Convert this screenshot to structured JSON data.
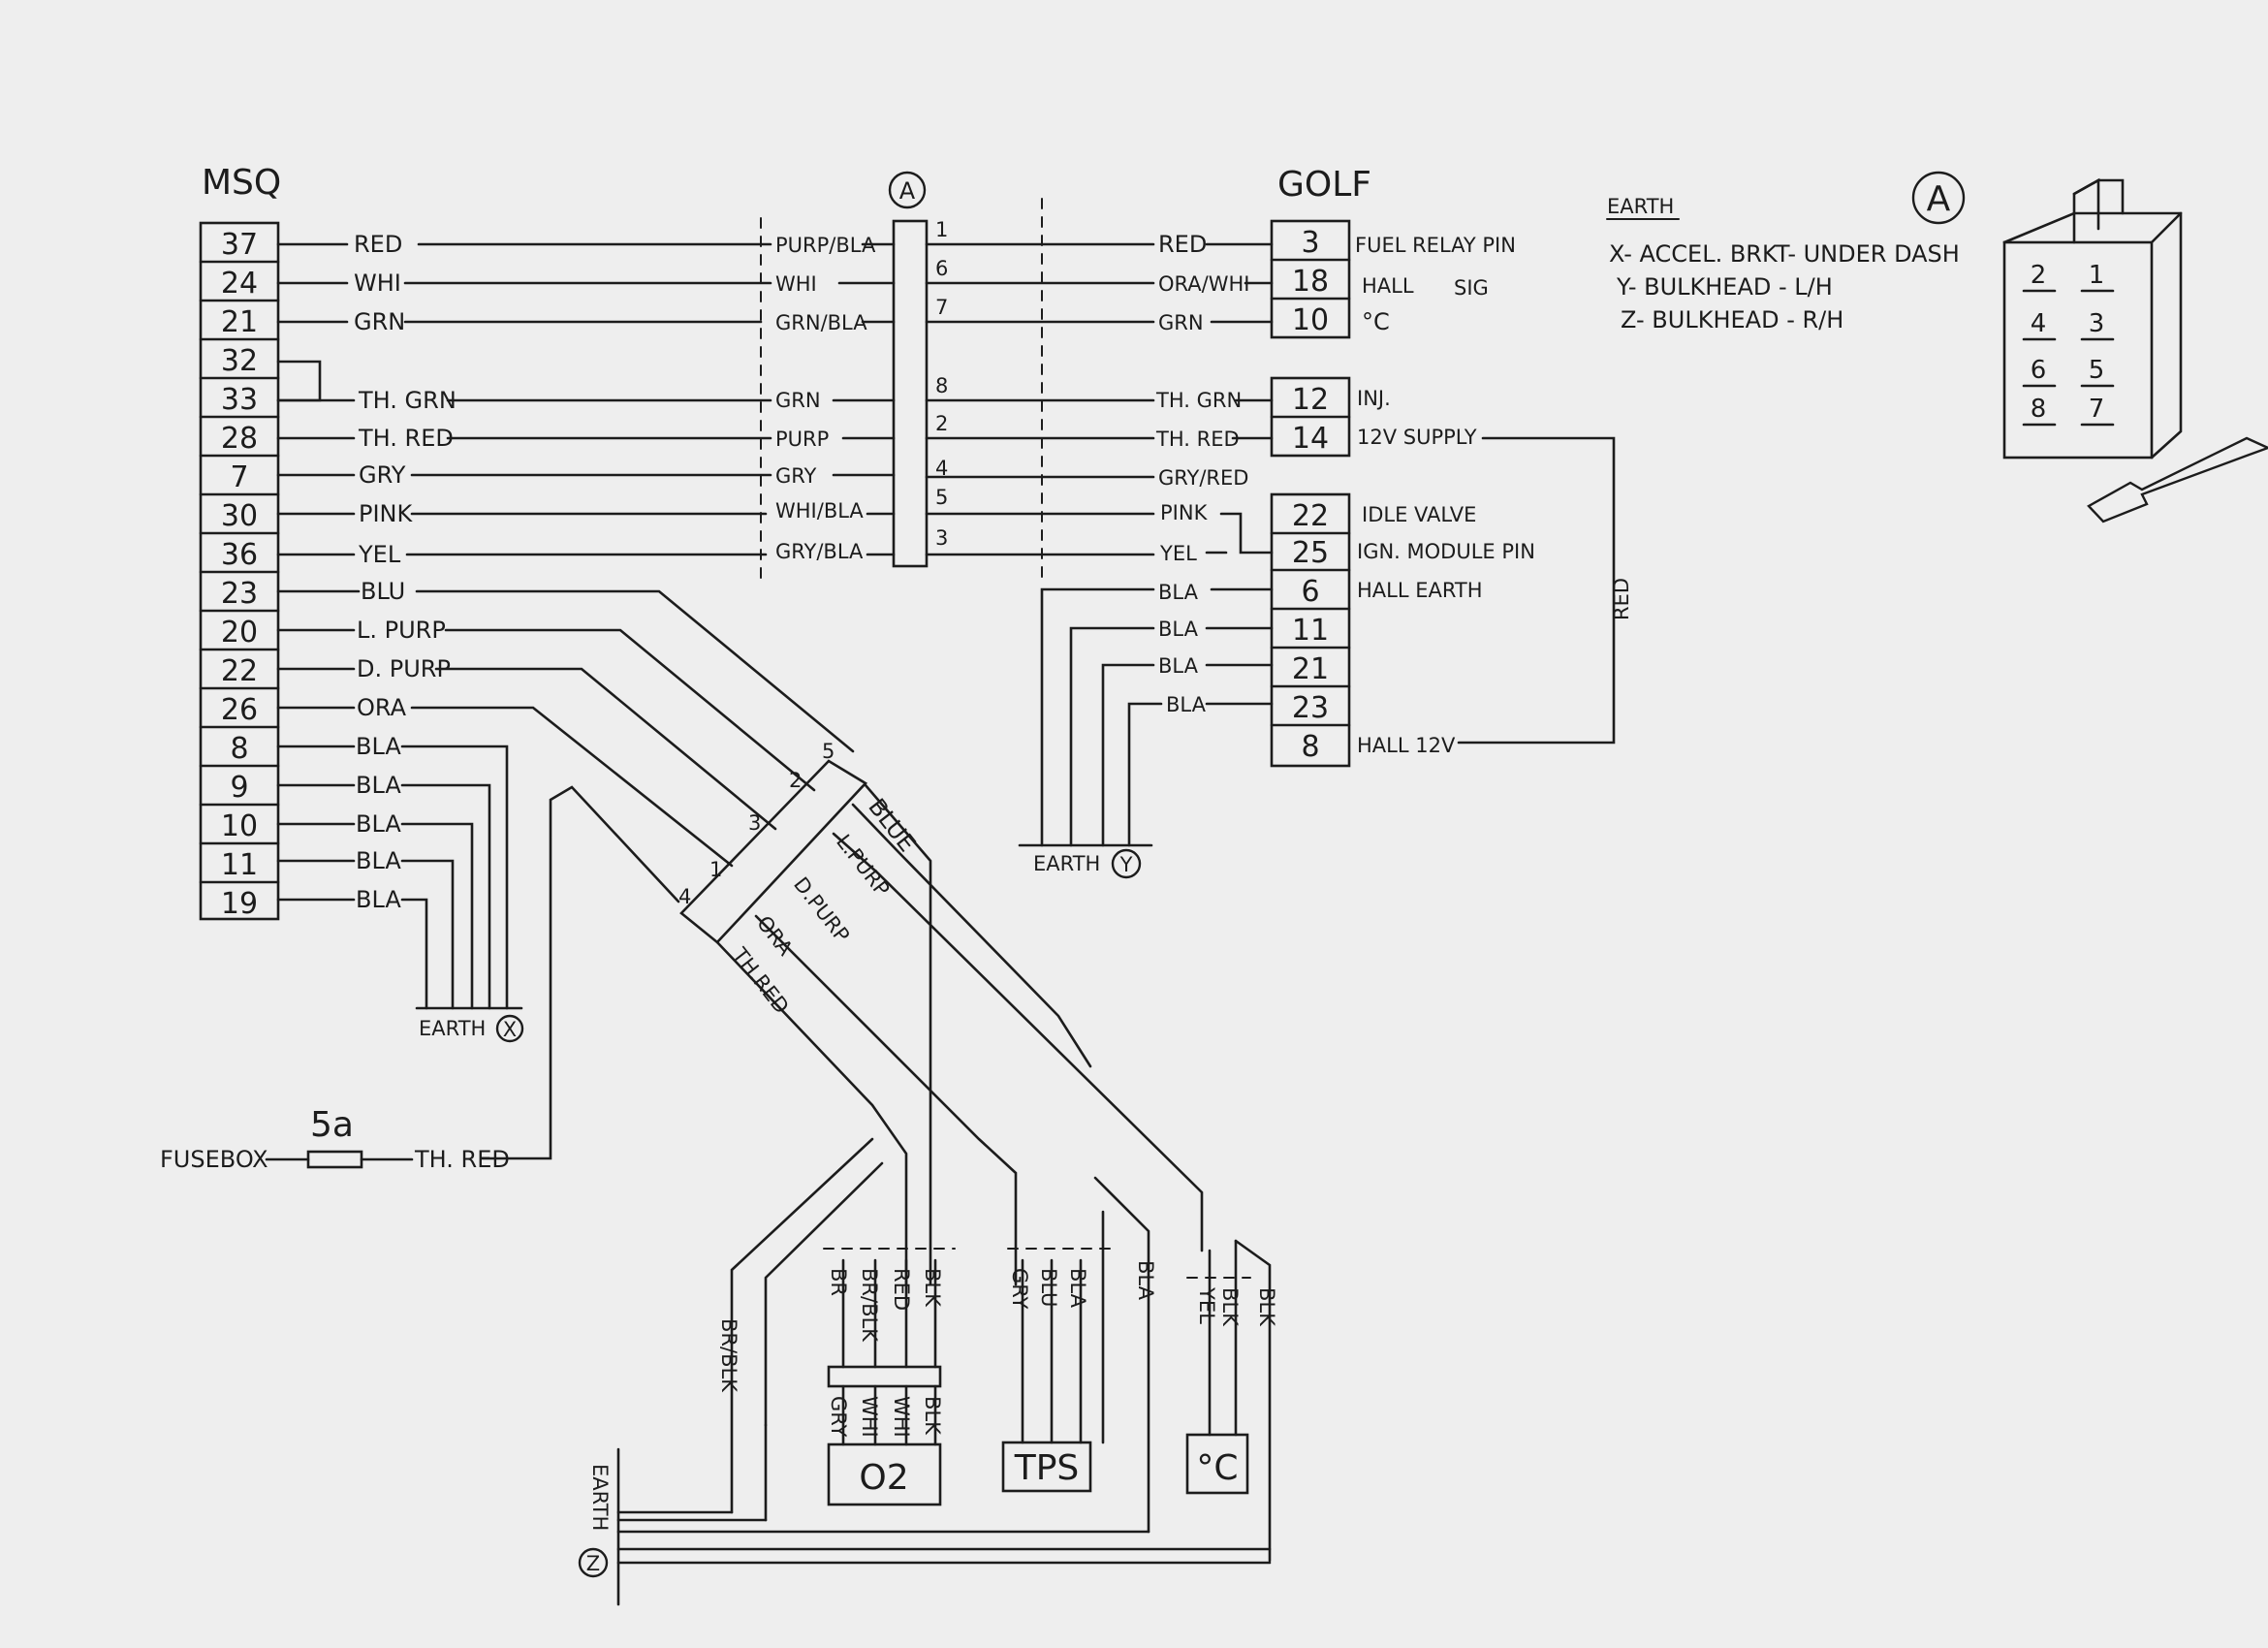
{
  "titles": {
    "msq": "MSQ",
    "golf": "GOLF",
    "a_circle": "A",
    "a_circle2": "A"
  },
  "msq_pins": [
    "37",
    "24",
    "21",
    "32",
    "33",
    "28",
    "7",
    "30",
    "36",
    "23",
    "20",
    "22",
    "26",
    "8",
    "9",
    "10",
    "11",
    "19"
  ],
  "msq_wires": [
    "RED",
    "WHI",
    "GRN",
    "TH. GRN",
    "TH. RED",
    "GRY",
    "PINK",
    "YEL",
    "BLU",
    "L. PURP",
    "D. PURP",
    "ORA",
    "BLA",
    "BLA",
    "BLA",
    "BLA",
    "BLA"
  ],
  "conn_a_wires": [
    "PURP/BLA",
    "WHI",
    "GRN/BLA",
    "GRN",
    "PURP",
    "GRY",
    "WHI/BLA",
    "GRY/BLA"
  ],
  "conn_a_pins": [
    "1",
    "6",
    "7",
    "8",
    "2",
    "4",
    "5",
    "3"
  ],
  "golf_wires": [
    "RED",
    "ORA/WHI",
    "GRN",
    "TH. GRN",
    "TH. RED",
    "GRY/RED",
    "PINK",
    "YEL",
    "BLA",
    "BLA",
    "BLA",
    "BLA"
  ],
  "golf_pins": [
    "3",
    "18",
    "10",
    "12",
    "14",
    "22",
    "25",
    "6",
    "11",
    "21",
    "23",
    "8"
  ],
  "golf_desc": [
    "FUEL RELAY PIN",
    "HALL",
    "SIG",
    "°C",
    "INJ.",
    "12V SUPPLY",
    "IDLE VALVE",
    "IGN. MODULE PIN",
    "HALL EARTH",
    "HALL 12V"
  ],
  "red_loop": "RED",
  "earth_legend": {
    "title": "EARTH",
    "items": [
      "X- ACCEL. BRKT- UNDER DASH",
      "Y- BULKHEAD - L/H",
      "Z- BULKHEAD - R/H"
    ]
  },
  "connector_pins": [
    "2",
    "1",
    "4",
    "3",
    "6",
    "5",
    "8",
    "7"
  ],
  "harness_pins": [
    "5",
    "2",
    "3",
    "1",
    "4"
  ],
  "harness_wires": [
    "BLUE",
    "L.PURP",
    "D.PURP",
    "ORA",
    "TH.RED"
  ],
  "earths": {
    "x": "EARTH",
    "x_mark": "X",
    "y": "EARTH",
    "y_mark": "Y",
    "z": "EARTH",
    "z_mark": "Z"
  },
  "fuse": {
    "source": "FUSEBOX",
    "rating": "5a",
    "wire": "TH. RED"
  },
  "sensors": {
    "o2": "O2",
    "tps": "TPS",
    "temp": "°C",
    "o2_top": [
      "BR/BLK",
      "BR",
      "BR/BLK",
      "RED",
      "BLK"
    ],
    "o2_bottom": [
      "GRY",
      "WHI",
      "WHI",
      "BLK"
    ],
    "tps_wires": [
      "GRY",
      "BLU",
      "BLA",
      "BLA"
    ],
    "temp_wires": [
      "YEL",
      "BLK",
      "BLK"
    ]
  }
}
